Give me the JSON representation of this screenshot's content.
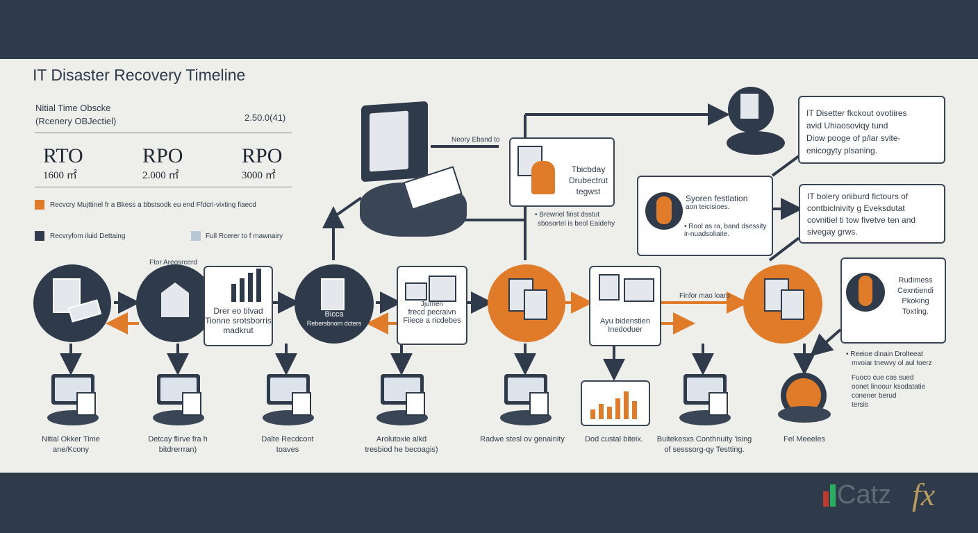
{
  "title": "IT Disaster Recovery Timeline",
  "header_block": {
    "line1": "Nitial Time Obscke",
    "line2": "(Rcenery OBJectiel)",
    "value": "2.50.0(41)"
  },
  "metrics": [
    {
      "label": "RTO",
      "value": "1600 ㎡"
    },
    {
      "label": "RPO",
      "value": "2.000 ㎡"
    },
    {
      "label": "RPO",
      "value": "3000 ㎡"
    }
  ],
  "legend": {
    "orange": "Recvcry Mujttinel fr a Bkess a bbstsodk eu end Ffdcri-vixting fiaecd",
    "dark": "Recvryfom iluid Dettaing",
    "light": "Full Rcerer to f mawnairy"
  },
  "top_arrow_label": "Neory Eband to",
  "top_boxes": [
    {
      "lines": [
        "Tbicbday",
        "Drubectrut",
        "tegwst"
      ],
      "note": [
        "• Brewriel finst dsstut",
        "sbosortel is beol Eaidehy"
      ]
    },
    {
      "lines": [
        "Syoren festlation",
        "aon teicisioes."
      ],
      "sub": [
        "• Rool as ra, band dsessity",
        "ir-nuadsoliaite."
      ]
    },
    {
      "lines": [
        "IT Disetter fkckout ovotiires",
        "avid Uhiaosoviqy tund",
        "Diow pooge of p/lar svite-",
        "enicogyty plsaning."
      ]
    },
    {
      "lines": [
        "IT bolery oriiburd fictours of",
        "contbiclnivity g Eveksdutat",
        "covnitiel ti tow fivetve ten and",
        "sivegay grws."
      ]
    }
  ],
  "mid_boxes": [
    {
      "label_top": "Ftor Areosrcerd",
      "lines": [
        "Drer eo tilvad",
        "Tionne srotsborris",
        "madkrut"
      ]
    },
    {
      "lines": [
        "Bicca",
        "Rebersbnom dcters"
      ]
    },
    {
      "lines": [
        "frecd pecraivn",
        "Fiiece a ricdebes"
      ],
      "top": "Jjumen"
    },
    {
      "lines": [
        "Ayu bidenstien",
        "Inedoduer"
      ]
    },
    {
      "arrow_label": "Finfor mao loaro"
    },
    {
      "lines": [
        "Rudimess",
        "Cexntiendi",
        "Pkoking",
        "Toxting."
      ]
    }
  ],
  "right_note": [
    "• Reeioe dinain Drolteeat",
    "mvoiar tnewvy ol aul toerz",
    "Fuoco cue cas sued",
    "oonet linoour ksodatatie",
    "conener berud",
    "tersis"
  ],
  "captions": [
    [
      "Nitial Okker Time",
      "ane/Kcony"
    ],
    [
      "Detcay flirve fra h",
      "bitdrerrran)"
    ],
    [
      "Dalte Recdcont",
      "toaves"
    ],
    [
      "Arolutoxie alkd",
      "tresbiod he becoagis)"
    ],
    [
      "Radwe stesl ov genainity"
    ],
    [
      "Dod custal biteix."
    ],
    [
      "Buitekesxs Conthnuity 'ising",
      "of sesssorg-qy Testting."
    ],
    [
      "Fel Meeeles"
    ]
  ],
  "logo_text": "Catz",
  "logo_suffix": "fx",
  "colors": {
    "dark": "#2f3b4a",
    "orange": "#e07b2a",
    "light_blue": "#b9c7d4",
    "canvas": "#eeeeea"
  }
}
